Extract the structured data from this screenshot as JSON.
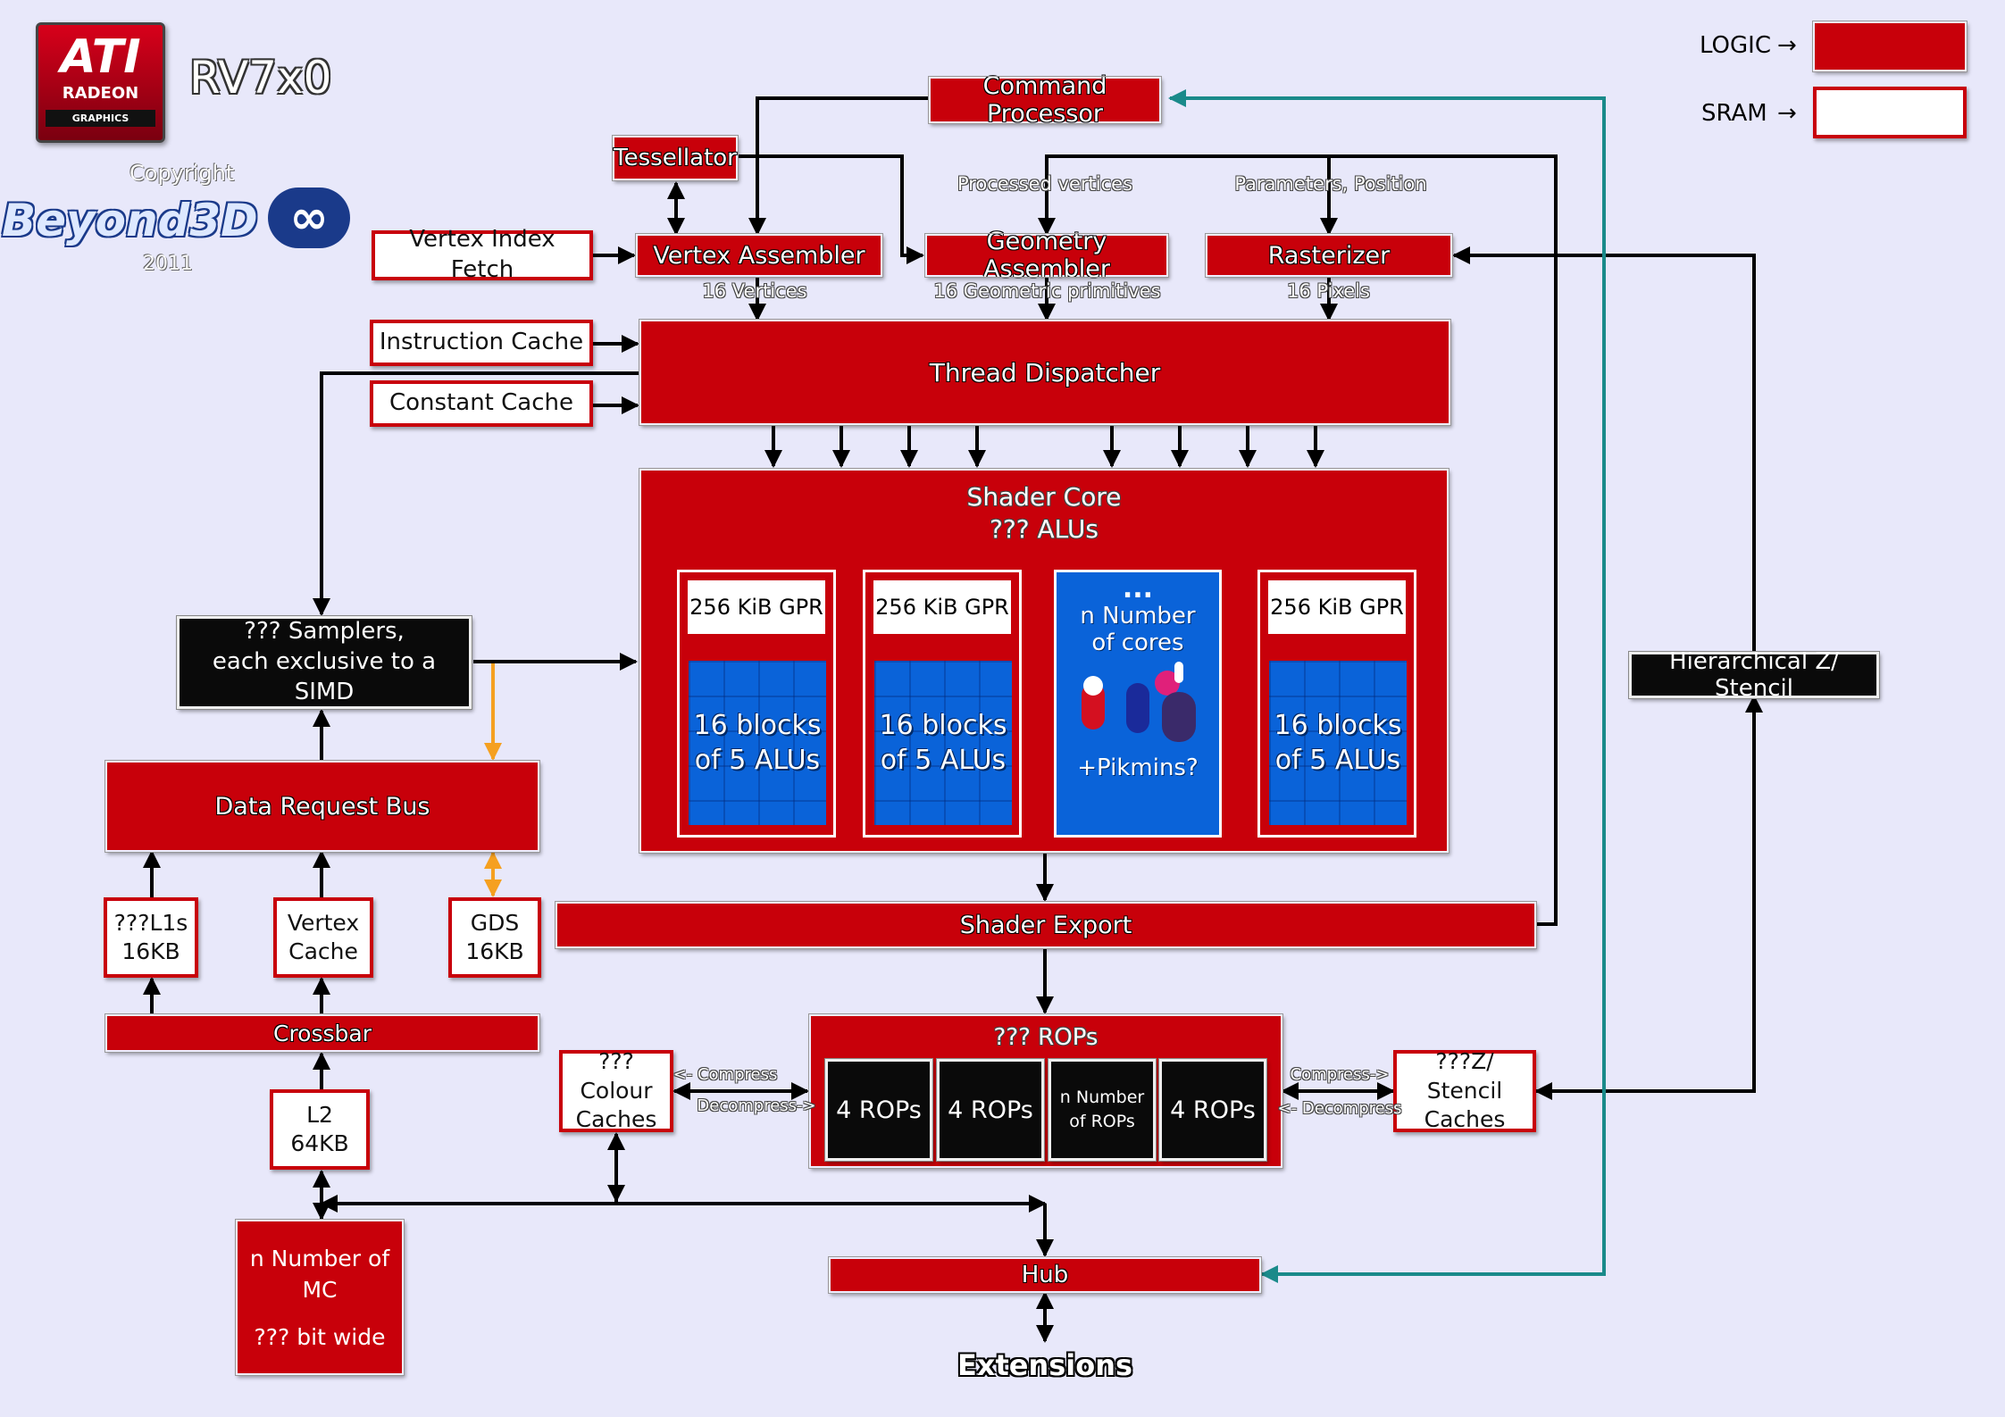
{
  "header": {
    "logo_brand": "ATI",
    "logo_product": "RADEON",
    "logo_sub": "GRAPHICS",
    "chip_title": "RV7x0",
    "copyright_label": "Copyright",
    "credit": "Beyond3D",
    "credit_mark": "∞",
    "year": "2011"
  },
  "legend": {
    "logic_label": "LOGIC",
    "sram_label": "SRAM",
    "colors": {
      "logic": "#c8000a",
      "sram": "#ffffff"
    }
  },
  "blocks": {
    "command_processor": "Command Processor",
    "tessellator": "Tessellator",
    "vertex_index_fetch": "Vertex Index Fetch",
    "vertex_assembler": "Vertex Assembler",
    "geometry_assembler": "Geometry Assembler",
    "rasterizer": "Rasterizer",
    "instruction_cache": "Instruction Cache",
    "constant_cache": "Constant Cache",
    "thread_dispatcher": "Thread Dispatcher",
    "samplers_line1": "??? Samplers,",
    "samplers_line2": "each exclusive to a SIMD",
    "data_request_bus": "Data Request Bus",
    "l1s_line1": "???L1s",
    "l1s_line2": "16KB",
    "vertex_cache_line1": "Vertex",
    "vertex_cache_line2": "Cache",
    "gds_line1": "GDS",
    "gds_line2": "16KB",
    "crossbar": "Crossbar",
    "l2_line1": "L2",
    "l2_line2": "64KB",
    "mc_line1": "n Number of",
    "mc_line2": "MC",
    "mc_line3": "??? bit wide",
    "hierarchical_z": "Hierarchical Z/ Stencil",
    "shader_export": "Shader Export",
    "colour_caches_line1": "???Colour",
    "colour_caches_line2": "Caches",
    "z_caches_line1": "???Z/ Stencil",
    "z_caches_line2": "Caches",
    "hub": "Hub",
    "extensions": "Extensions"
  },
  "edge_labels": {
    "processed_vertices": "Processed vertices",
    "parameters_position": "Parameters, Position",
    "vertices_16": "16 Vertices",
    "primitives_16": "16 Geometric primitives",
    "pixels_16": "16 Pixels",
    "compress_left": "<- Compress",
    "decompress_left": "Decompress->",
    "compress_right": "Compress->",
    "decompress_right": "<- Decompress"
  },
  "shader_core": {
    "title_line1": "Shader Core",
    "title_line2": "??? ALUs",
    "simds": [
      {
        "gpr": "256 KiB GPR",
        "alu_line1": "16 blocks",
        "alu_line2": "of 5 ALUs"
      },
      {
        "gpr": "256 KiB GPR",
        "alu_line1": "16 blocks",
        "alu_line2": "of 5 ALUs"
      },
      {
        "gpr": "256 KiB GPR",
        "alu_line1": "16 blocks",
        "alu_line2": "of 5 ALUs"
      }
    ],
    "more": {
      "dots": "...",
      "line1": "n Number",
      "line2": "of cores",
      "footer": "+Pikmins?"
    }
  },
  "rops": {
    "title": "??? ROPs",
    "units": [
      "4 ROPs",
      "4 ROPs",
      "n Number of ROPs",
      "4 ROPs"
    ]
  }
}
